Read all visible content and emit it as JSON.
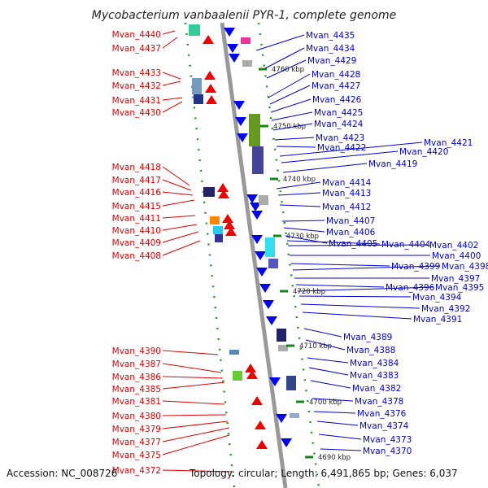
{
  "title": "Mycobacterium vanbaalenii PYR-1, complete genome",
  "footer": {
    "accession": "Accession: NC_008726",
    "summary": "Topology: circular; Length: 6,491,865 bp; Genes: 6,037"
  },
  "colors": {
    "left_label": "#dd0000",
    "right_label": "#0000cc",
    "minus_strand_arrow": "#ee0000",
    "plus_strand_arrow": "#0000ee",
    "backbone": "#999999",
    "tick": "#118811"
  },
  "scale_ticks": [
    "4760 kbp",
    "4750 kbp",
    "4740 kbp",
    "4730 kbp",
    "4720 kbp",
    "4710 kbp",
    "4700 kbp",
    "4690 kbp"
  ],
  "left_genes": [
    "Mvan_4440",
    "Mvan_4437",
    "Mvan_4433",
    "Mvan_4432",
    "Mvan_4431",
    "Mvan_4430",
    "Mvan_4418",
    "Mvan_4417",
    "Mvan_4416",
    "Mvan_4415",
    "Mvan_4411",
    "Mvan_4410",
    "Mvan_4409",
    "Mvan_4408",
    "Mvan_4390",
    "Mvan_4387",
    "Mvan_4386",
    "Mvan_4385",
    "Mvan_4381",
    "Mvan_4380",
    "Mvan_4379",
    "Mvan_4377",
    "Mvan_4375",
    "Mvan_4372"
  ],
  "right_genes": [
    "Mvan_4435",
    "Mvan_4434",
    "Mvan_4429",
    "Mvan_4428",
    "Mvan_4427",
    "Mvan_4426",
    "Mvan_4425",
    "Mvan_4424",
    "Mvan_4423",
    "Mvan_4422",
    "Mvan_4421",
    "Mvan_4420",
    "Mvan_4419",
    "Mvan_4414",
    "Mvan_4413",
    "Mvan_4412",
    "Mvan_4407",
    "Mvan_4406",
    "Mvan_4405",
    "Mvan_4404",
    "Mvan_4402",
    "Mvan_4400",
    "Mvan_4399",
    "Mvan_4398",
    "Mvan_4397",
    "Mvan_4396",
    "Mvan_4395",
    "Mvan_4394",
    "Mvan_4392",
    "Mvan_4391",
    "Mvan_4389",
    "Mvan_4388",
    "Mvan_4384",
    "Mvan_4383",
    "Mvan_4382",
    "Mvan_4378",
    "Mvan_4376",
    "Mvan_4374",
    "Mvan_4373",
    "Mvan_4370"
  ]
}
